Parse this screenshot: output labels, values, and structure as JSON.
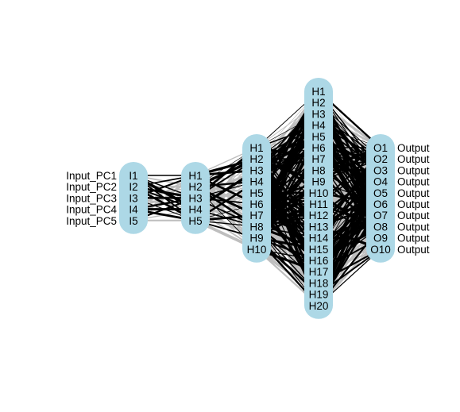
{
  "diagram": {
    "type": "neural-network",
    "node_color": "#add8e6",
    "positive_weight_color": "#000000",
    "negative_weight_color": "#bebebe",
    "input_labels": [
      "Input_PC1",
      "Input_PC2",
      "Input_PC3",
      "Input_PC4",
      "Input_PC5"
    ],
    "output_labels": [
      "Output",
      "Output",
      "Output",
      "Output",
      "Output",
      "Output",
      "Output",
      "Output",
      "Output",
      "Output"
    ],
    "layers": [
      {
        "name": "input",
        "nodes": [
          "I1",
          "I2",
          "I3",
          "I4",
          "I5"
        ]
      },
      {
        "name": "hidden1",
        "nodes": [
          "H1",
          "H2",
          "H3",
          "H4",
          "H5"
        ]
      },
      {
        "name": "hidden2",
        "nodes": [
          "H1",
          "H2",
          "H3",
          "H4",
          "H5",
          "H6",
          "H7",
          "H8",
          "H9",
          "H10"
        ]
      },
      {
        "name": "hidden3",
        "nodes": [
          "H1",
          "H2",
          "H3",
          "H4",
          "H5",
          "H6",
          "H7",
          "H8",
          "H9",
          "H10",
          "H11",
          "H12",
          "H13",
          "H14",
          "H15",
          "H16",
          "H17",
          "H18",
          "H19",
          "H20"
        ]
      },
      {
        "name": "output",
        "nodes": [
          "O1",
          "O2",
          "O3",
          "O4",
          "O5",
          "O6",
          "O7",
          "O8",
          "O9",
          "O10"
        ]
      }
    ]
  }
}
